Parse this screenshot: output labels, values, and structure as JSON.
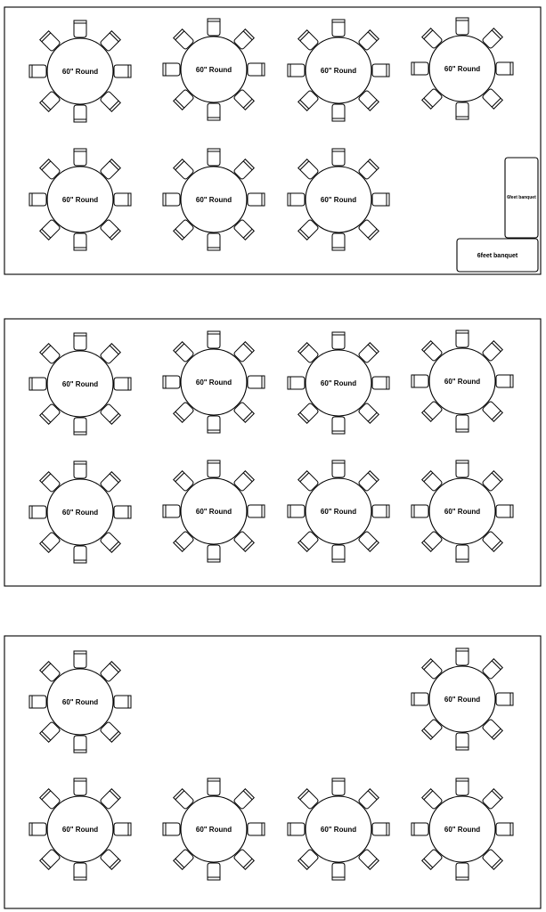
{
  "table_label": "60\" Round",
  "banquet_label": "6feet banquet",
  "sections": [
    {
      "name": "section-top",
      "tables": 7,
      "banquets": 2
    },
    {
      "name": "section-middle",
      "tables": 8,
      "banquets": 0
    },
    {
      "name": "section-bottom",
      "tables": 6,
      "banquets": 0
    }
  ],
  "colors": {
    "stroke": "#000000",
    "background": "#ffffff"
  }
}
